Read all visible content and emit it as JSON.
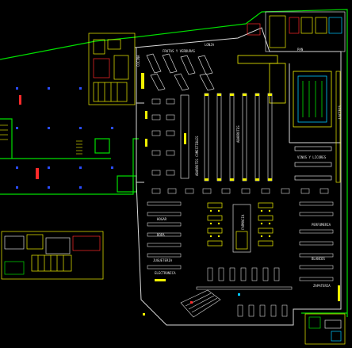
{
  "drawing": {
    "labels": {
      "frutas_verduras": "FRUTAS Y VERDURAS",
      "lonja": "LONJA",
      "pan": "PAN",
      "cocina": "COCINA",
      "abarrotes": "ABARROTES",
      "abarrotes_comestibles": "ABARROTES COMESTIBLES",
      "vinos_licores": "VINOS Y LICORES",
      "lacteos": "LACTEOS",
      "ropa": "ROPA",
      "perfumeria": "PERFUMERIA",
      "jugueteria": "JUGUETERIA",
      "electronica": "ELECTRONICA",
      "blancos": "BLANCOS",
      "zapateria": "ZAPATERIA",
      "hogar": "HOGAR",
      "farmacia": "FARMACIA"
    },
    "colors": {
      "background": "#000000",
      "boundary": "#00e000",
      "walls": "#d8d8d8",
      "fixtures": "#f0f000",
      "accents": "#ff2a2a",
      "water": "#00c8ff",
      "columns": "#2a4cff",
      "magenta": "#ff40ff"
    }
  }
}
